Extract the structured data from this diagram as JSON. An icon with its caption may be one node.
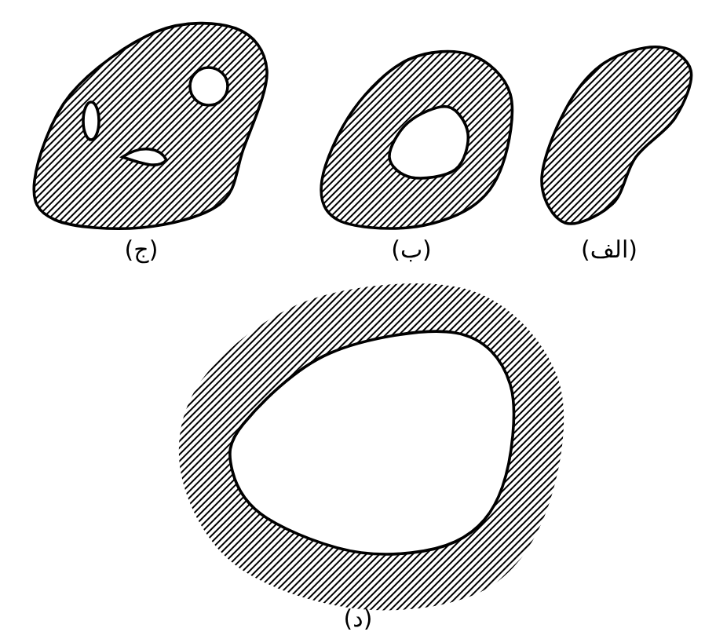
{
  "diagram": {
    "labels": [
      "(ج)",
      "(ب)",
      "(الف)",
      "(د)"
    ]
  }
}
